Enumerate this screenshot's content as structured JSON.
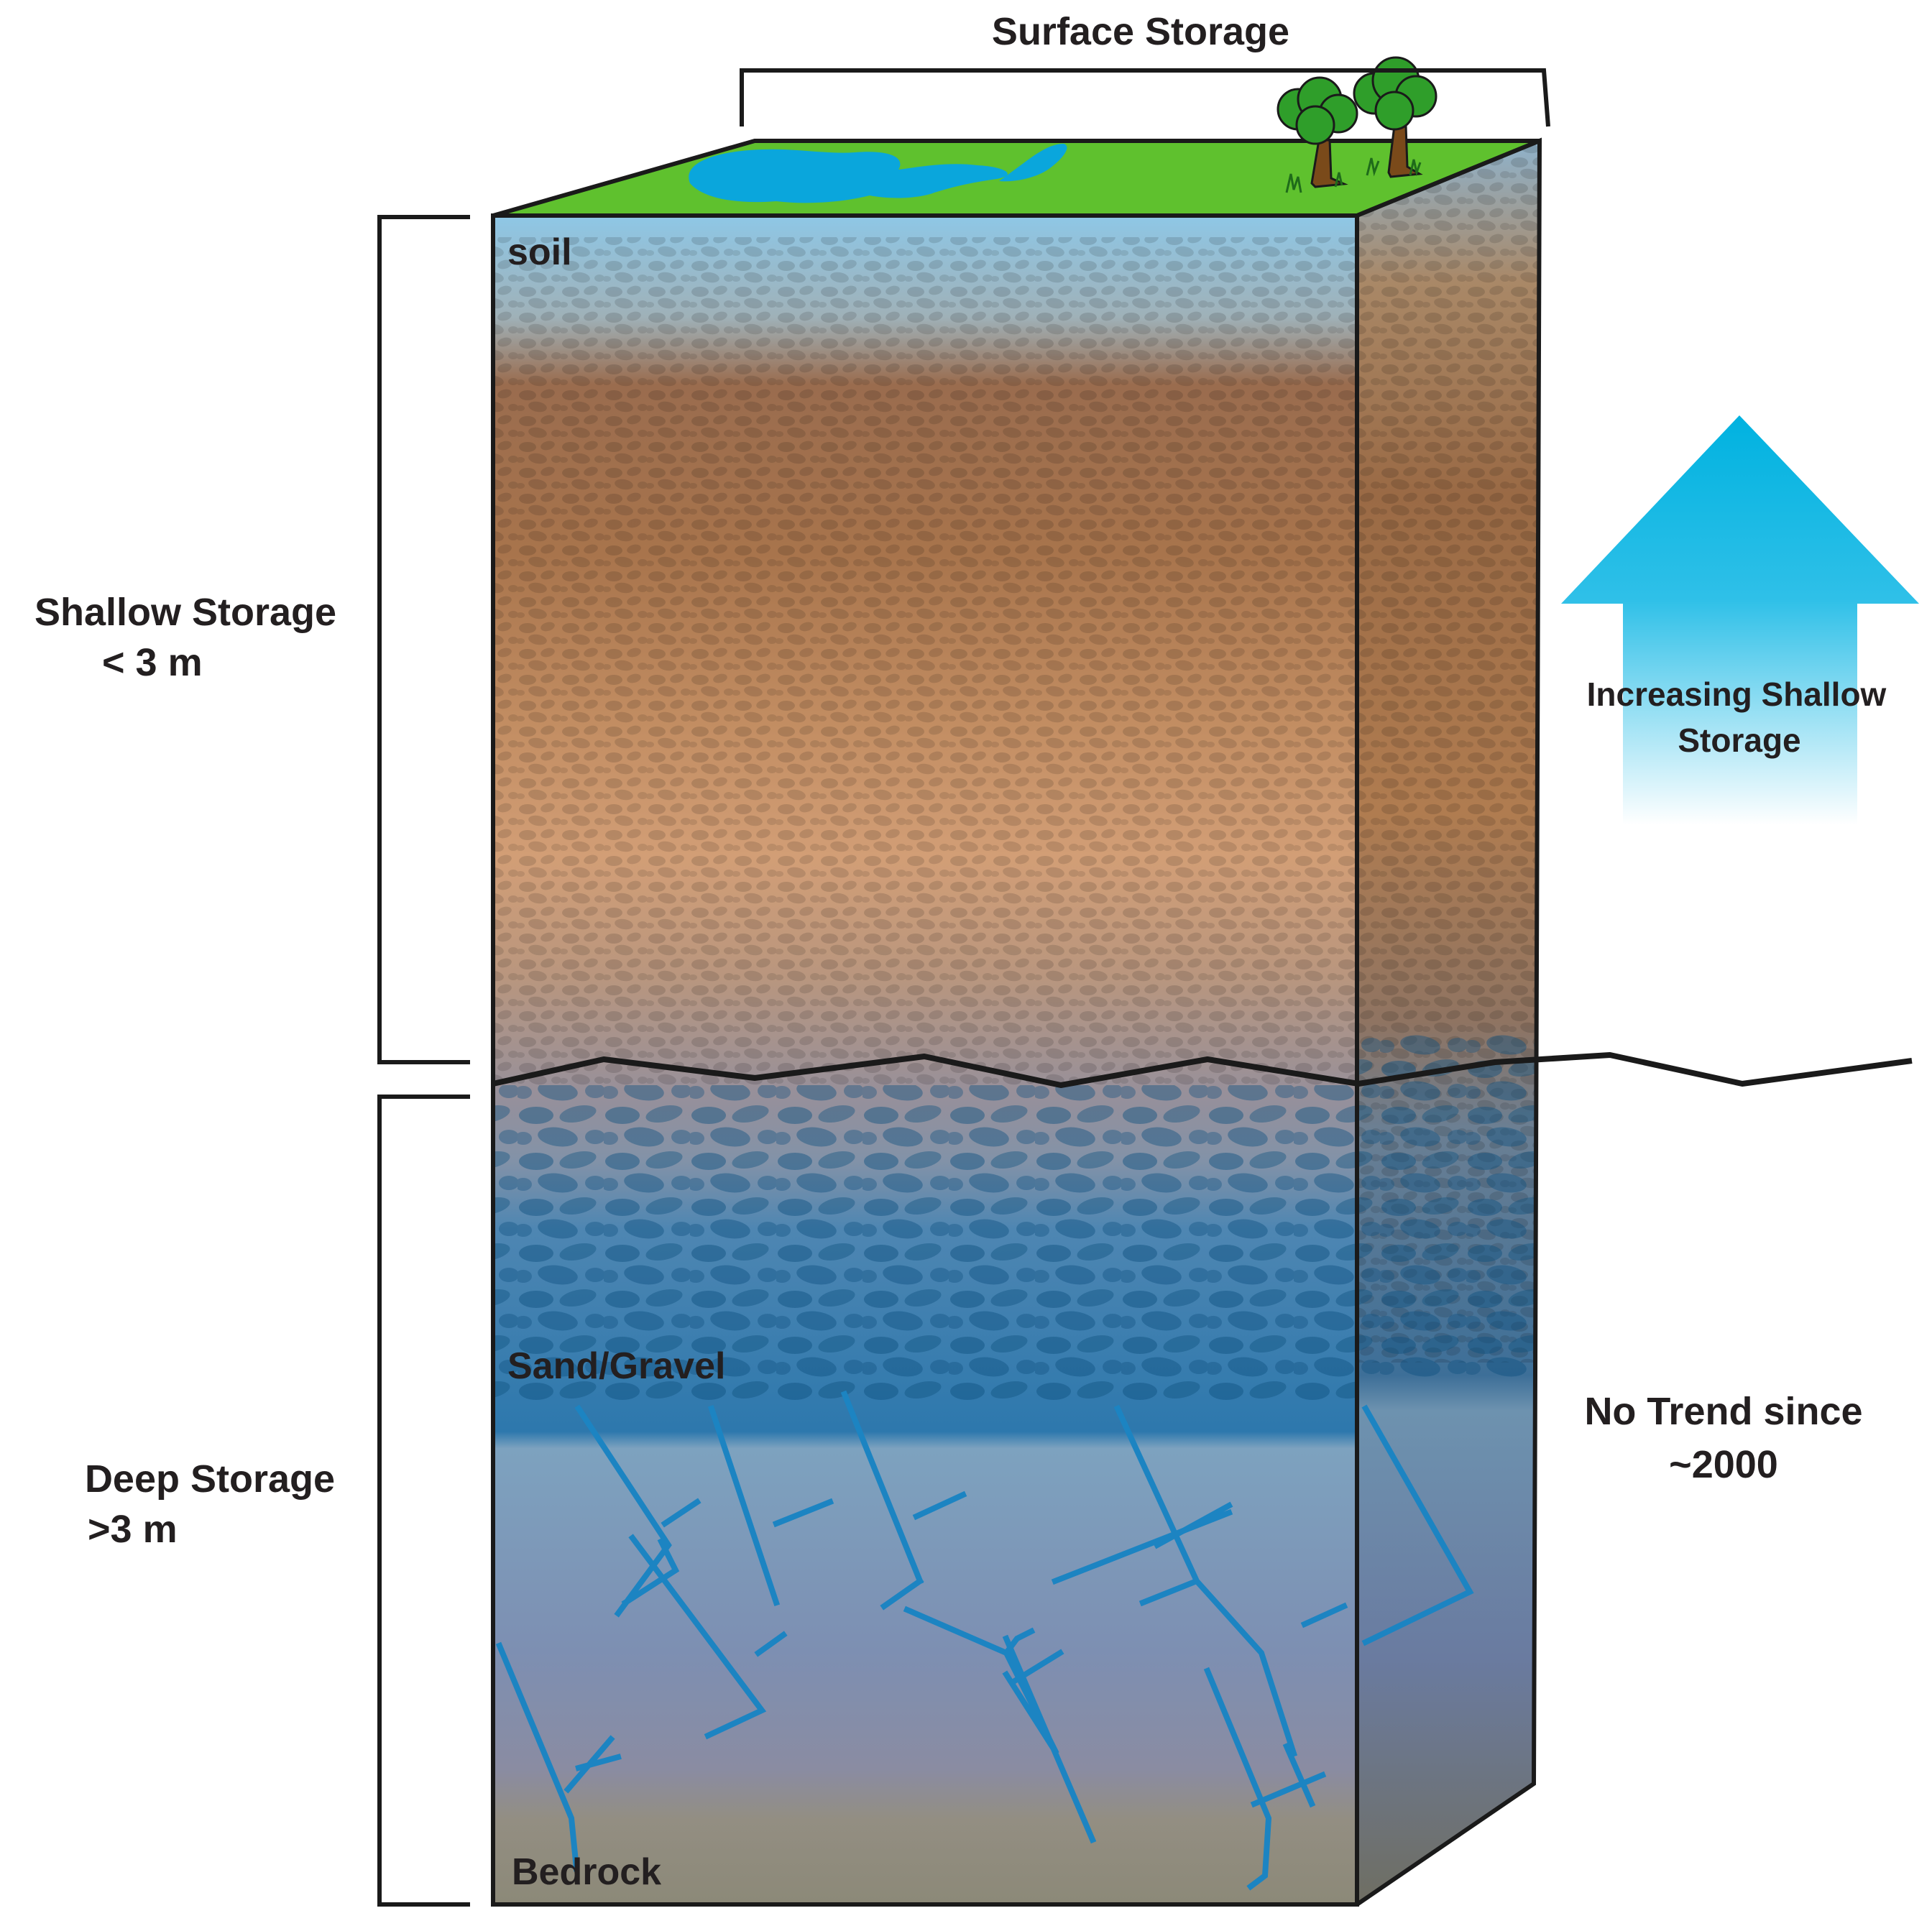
{
  "labels": {
    "surface_storage": "Surface Storage",
    "shallow_storage": "Shallow Storage",
    "shallow_depth": "< 3 m",
    "deep_storage": "Deep Storage",
    "deep_depth": ">3 m",
    "layer_soil": "soil",
    "layer_sand_gravel": "Sand/Gravel",
    "layer_bedrock": "Bedrock",
    "arrow_line1": "Increasing Shallow",
    "arrow_line2": "Storage",
    "no_trend_line1": "No Trend since",
    "no_trend_line2": "~2000"
  },
  "colors": {
    "grass": "#5fc12e",
    "pond": "#0aa6dc",
    "soil_brown": "#b9865a",
    "water_blue": "#2e78a6",
    "bedrock": "#8f8a78",
    "arrow_cyan": "#00b5e2",
    "outline": "#1a1a1a"
  },
  "icons": [
    "tree-icon",
    "tree-icon",
    "pond-icon",
    "up-arrow-icon"
  ]
}
